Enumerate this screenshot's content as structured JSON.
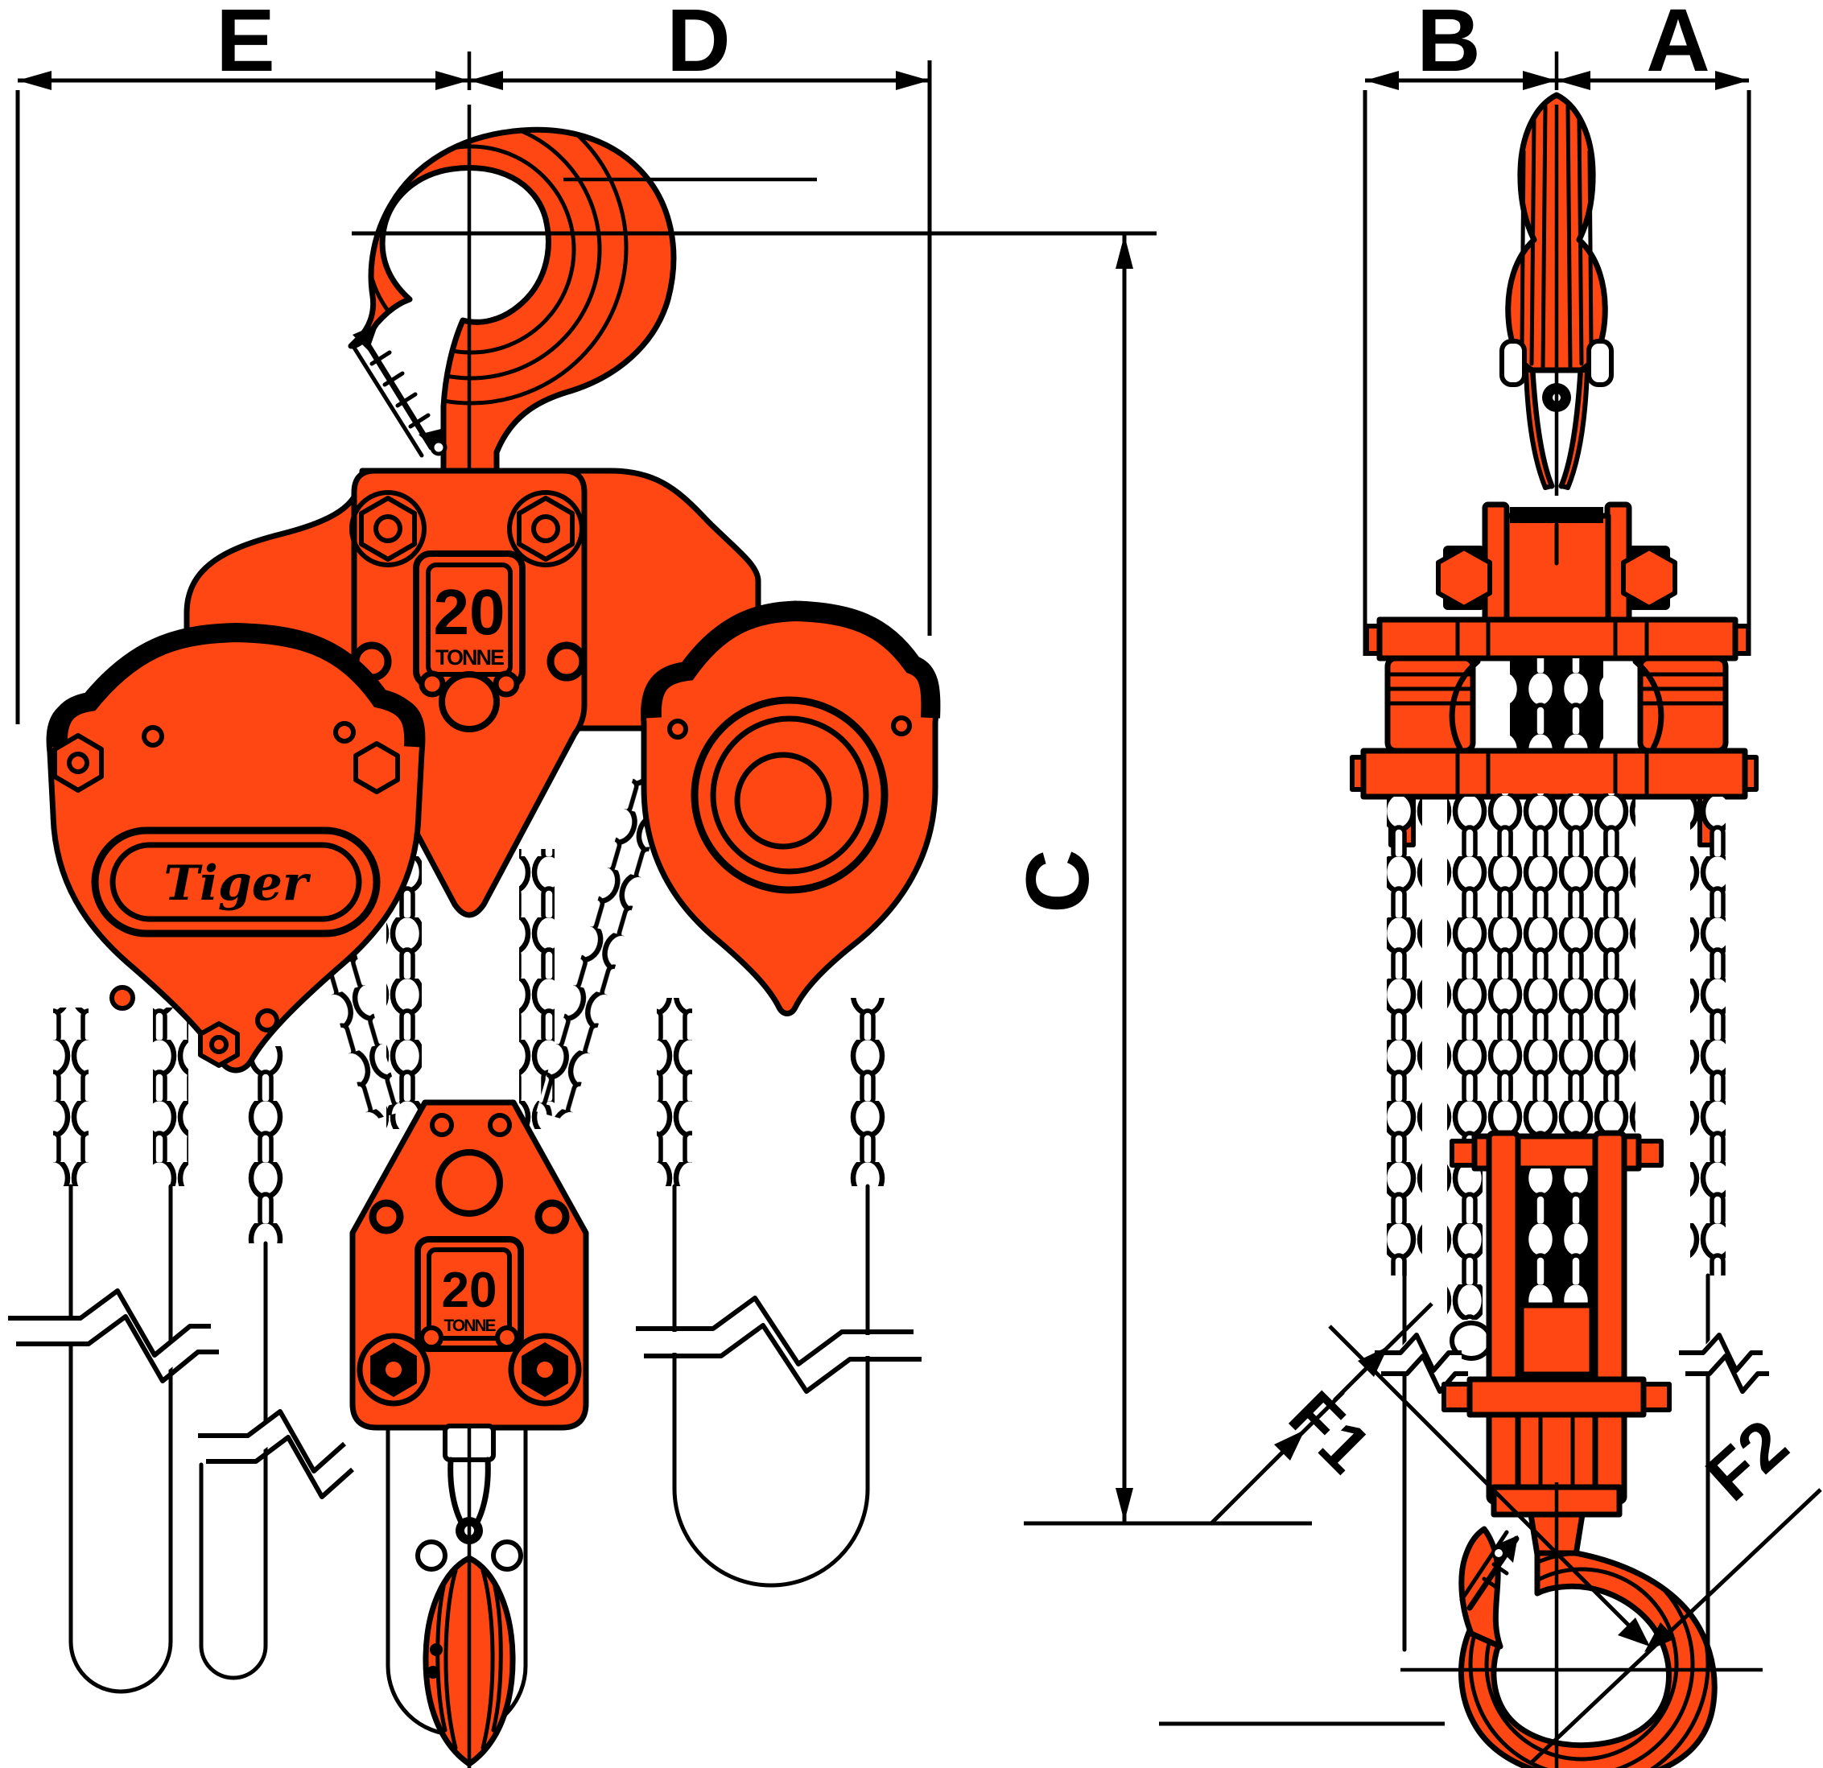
{
  "drawing": {
    "background_color": "#FFFFFF",
    "accent_color": "#FF4713",
    "line_color": "#000000",
    "labels": {
      "e": "E",
      "d": "D",
      "b": "B",
      "a": "A",
      "c": "C",
      "f1": "F1",
      "f2": "F2"
    },
    "front_view": {
      "brand": "Tiger",
      "body_badge": {
        "value": "20",
        "unit": "TONNE"
      },
      "hook_block_badge": {
        "value": "20",
        "unit": "TONNE"
      }
    }
  }
}
